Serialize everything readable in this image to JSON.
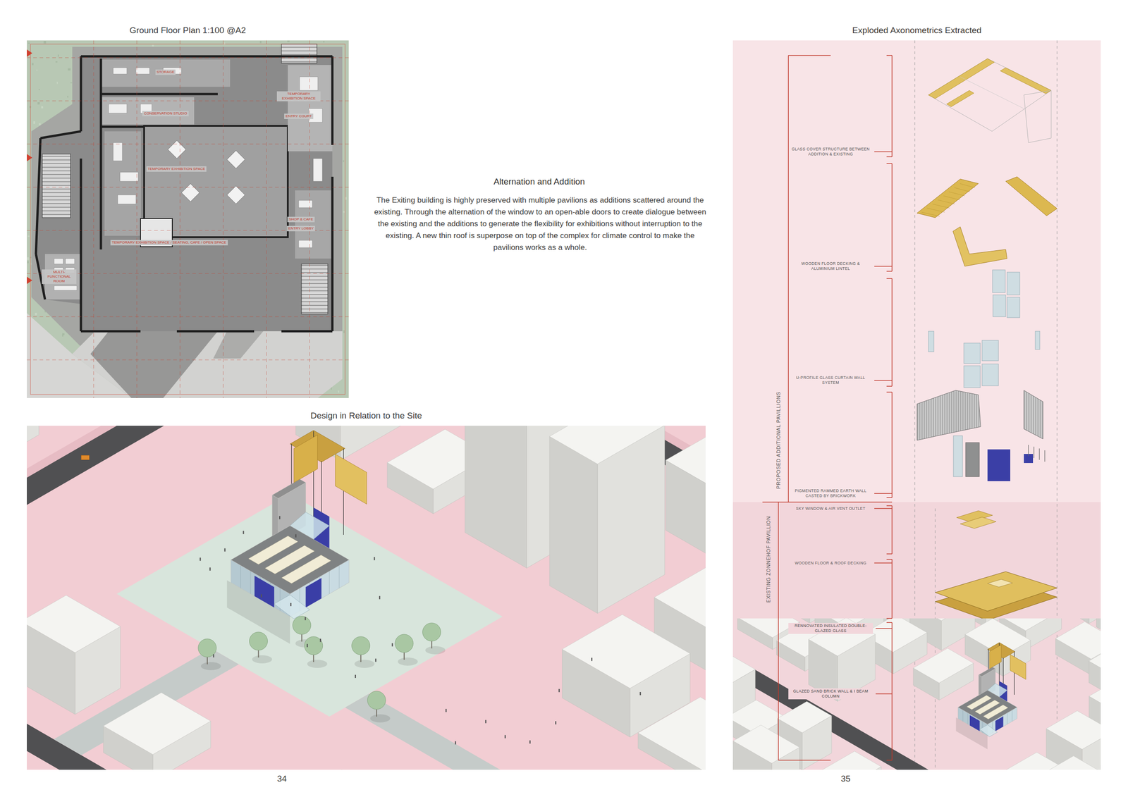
{
  "diagram": {
    "title": "Alternation and Addition",
    "nodes": [
      {
        "text": [
          "Ground Floor Plan 1:100 @A2"
        ]
      },
      {
        "text": [
          "Design in Relation to the Site"
        ]
      },
      {
        "text": [
          "Exploded Axonometrics Extracted"
        ]
      }
    ],
    "labels": [
      "STORAGE",
      "CONSERVATION STUDIO",
      "TEMPORARY EXHIBITION SPACE",
      "ENTRY COURT",
      "TEMPORARY EXHIBITION SPACE",
      "SHOP & CAFE",
      "ENTRY LOBBY",
      "TEMPORARY EXHIBITION SPACE / SEATING, CAFE / OPEN SPACE",
      "MULTI-FUNCTIONAL ROOM",
      "The Exiting building is highly preserved with multiple pavilions as additions scattered around the existing. Through the alternation of the window to an open-able doors to create dialogue between the existing and the additions to generate the flexibility for exhibitions without interruption to the existing. A new thin roof is superpose on top of the complex for climate control to make the pavilions works as a whole.",
      "GLASS COVER STRUCTURE BETWEEN ADDITION & EXISTING",
      "WOODEN FLOOR DECKING & ALUMINIUM LINTEL",
      "U-PROFILE GLASS CURTAIN WALL SYSTEM",
      "PIGMENTED RAMMED EARTH WALL CASTED BY BRICKWORK",
      "SKY WINDOW & AIR VENT OUTLET",
      "WOODEN FLOOR & ROOF DECKING",
      "RENNOVATED INSULATED DOUBLE-GLAZED GLASS",
      "GLAZED SAND BRICK WALL & I BEAM COLUMN",
      "PROPOSED ADDITIONAL PAVILLIONS",
      "EXISTING ZONNEHOF PAVILLION",
      "34",
      "35"
    ]
  }
}
